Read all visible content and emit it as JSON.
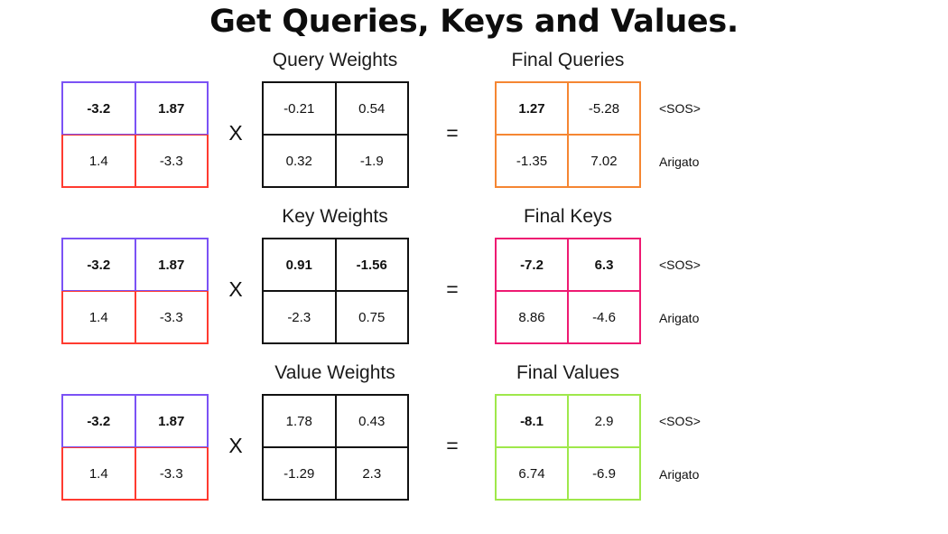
{
  "title": "Get Queries, Keys and Values.",
  "operators": {
    "times": "X",
    "equals": "="
  },
  "token_labels": [
    "<SOS>",
    "Arigato"
  ],
  "colors": {
    "input_top_border": "#7b52f5",
    "input_bottom_border": "#ff3b30",
    "weights_border": "#111111",
    "queries_border": "#f58632",
    "keys_border": "#ee1a72",
    "values_border": "#9fe84b",
    "text": "#111111",
    "background": "#ffffff"
  },
  "input_matrix": {
    "name": "word-embeddings",
    "rows": [
      [
        {
          "value": "-3.2",
          "bold": true
        },
        {
          "value": "1.87",
          "bold": true
        }
      ],
      [
        {
          "value": "1.4",
          "bold": false
        },
        {
          "value": "-3.3",
          "bold": false
        }
      ]
    ]
  },
  "rows": [
    {
      "id": "queries",
      "weights_header": "Query Weights",
      "final_header": "Final Queries",
      "weights": {
        "rows": [
          [
            {
              "value": "-0.21",
              "bold": false
            },
            {
              "value": "0.54",
              "bold": false
            }
          ],
          [
            {
              "value": "0.32",
              "bold": false
            },
            {
              "value": "-1.9",
              "bold": false
            }
          ]
        ]
      },
      "final": {
        "accent": "#f58632",
        "rows": [
          [
            {
              "value": "1.27",
              "bold": true
            },
            {
              "value": "-5.28",
              "bold": false
            }
          ],
          [
            {
              "value": "-1.35",
              "bold": false
            },
            {
              "value": "7.02",
              "bold": false
            }
          ]
        ]
      }
    },
    {
      "id": "keys",
      "weights_header": "Key Weights",
      "final_header": "Final Keys",
      "weights": {
        "rows": [
          [
            {
              "value": "0.91",
              "bold": true
            },
            {
              "value": "-1.56",
              "bold": true
            }
          ],
          [
            {
              "value": "-2.3",
              "bold": false
            },
            {
              "value": "0.75",
              "bold": false
            }
          ]
        ]
      },
      "final": {
        "accent": "#ee1a72",
        "rows": [
          [
            {
              "value": "-7.2",
              "bold": true
            },
            {
              "value": "6.3",
              "bold": true
            }
          ],
          [
            {
              "value": "8.86",
              "bold": false
            },
            {
              "value": "-4.6",
              "bold": false
            }
          ]
        ]
      }
    },
    {
      "id": "values",
      "weights_header": "Value Weights",
      "final_header": "Final Values",
      "weights": {
        "rows": [
          [
            {
              "value": "1.78",
              "bold": false
            },
            {
              "value": "0.43",
              "bold": false
            }
          ],
          [
            {
              "value": "-1.29",
              "bold": false
            },
            {
              "value": "2.3",
              "bold": false
            }
          ]
        ]
      },
      "final": {
        "accent": "#9fe84b",
        "rows": [
          [
            {
              "value": "-8.1",
              "bold": true
            },
            {
              "value": "2.9",
              "bold": false
            }
          ],
          [
            {
              "value": "6.74",
              "bold": false
            },
            {
              "value": "-6.9",
              "bold": false
            }
          ]
        ]
      }
    }
  ]
}
